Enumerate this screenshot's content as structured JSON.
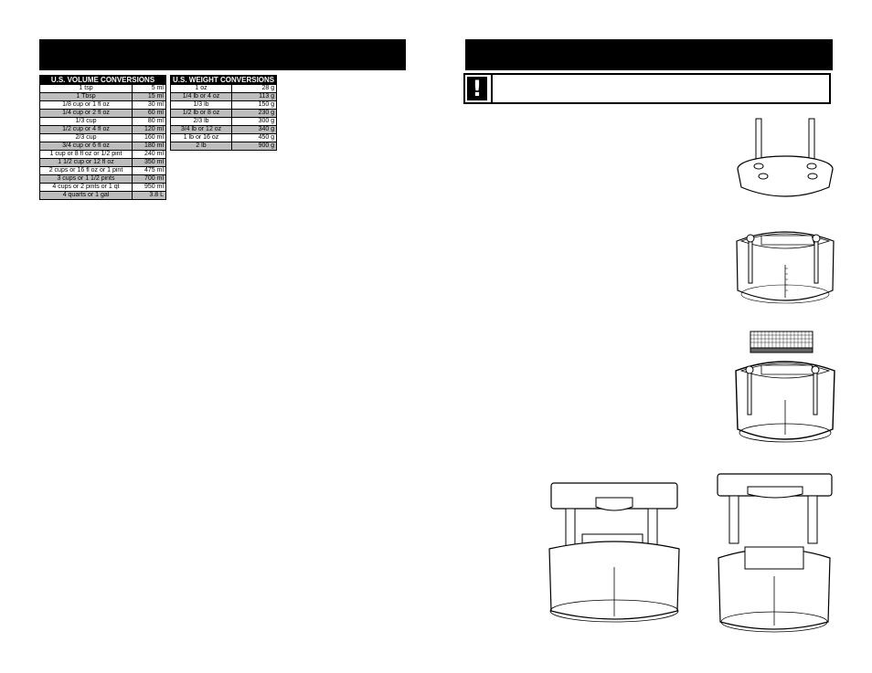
{
  "volume_table": {
    "header": "U.S. VOLUME CONVERSIONS",
    "rows": [
      {
        "label": "1 tsp",
        "value": "5 ml",
        "shaded": false
      },
      {
        "label": "1 Tbsp",
        "value": "15 ml",
        "shaded": true
      },
      {
        "label": "1/8 cup or 1 fl oz",
        "value": "30 ml",
        "shaded": false
      },
      {
        "label": "1/4 cup or 2 fl oz",
        "value": "60 ml",
        "shaded": true
      },
      {
        "label": "1/3 cup",
        "value": "80 ml",
        "shaded": false
      },
      {
        "label": "1/2 cup or 4 fl oz",
        "value": "120 ml",
        "shaded": true
      },
      {
        "label": "2/3 cup",
        "value": "160 ml",
        "shaded": false
      },
      {
        "label": "3/4 cup or 6 fl oz",
        "value": "180 ml",
        "shaded": true
      },
      {
        "label": "1 cup or 8 fl oz or 1/2 pint",
        "value": "240 ml",
        "shaded": false
      },
      {
        "label": "1 1/2 cup or 12 fl oz",
        "value": "350 ml",
        "shaded": true
      },
      {
        "label": "2 cups or 16 fl oz or 1 pint",
        "value": "475 ml",
        "shaded": false
      },
      {
        "label": "3 cups or 1 1/2 pints",
        "value": "700 ml",
        "shaded": true
      },
      {
        "label": "4 cups or 2 pints or 1 qt",
        "value": "950 ml",
        "shaded": false
      },
      {
        "label": "4 quarts or 1 gal",
        "value": "3.8 L",
        "shaded": true
      }
    ]
  },
  "weight_table": {
    "header": "U.S. WEIGHT CONVERSIONS",
    "rows": [
      {
        "label": "1 oz",
        "value": "28 g",
        "shaded": false
      },
      {
        "label": "1/4 lb or 4 oz",
        "value": "113 g",
        "shaded": true
      },
      {
        "label": "1/3 lb",
        "value": "150 g",
        "shaded": false
      },
      {
        "label": "1/2 lb or 8 oz",
        "value": "230 g",
        "shaded": true
      },
      {
        "label": "2/3 lb",
        "value": "300 g",
        "shaded": false
      },
      {
        "label": "3/4 lb or 12 oz",
        "value": "340 g",
        "shaded": true
      },
      {
        "label": "1 lb or 16 oz",
        "value": "450 g",
        "shaded": false
      },
      {
        "label": "2 lb",
        "value": "900 g",
        "shaded": true
      }
    ]
  },
  "warning": {
    "icon": "exclamation-icon",
    "symbol": "!"
  },
  "colors": {
    "bar": "#000000",
    "shade": "#bdbdbd"
  }
}
